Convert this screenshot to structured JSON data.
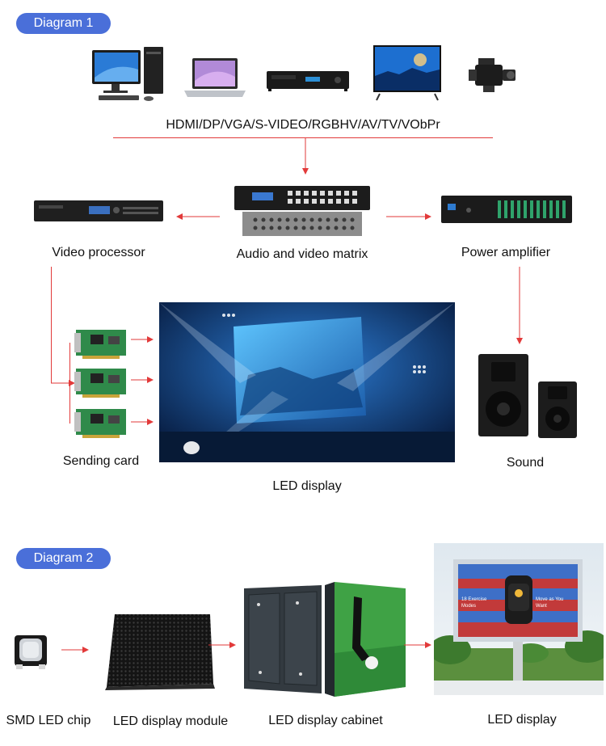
{
  "diagram1": {
    "badge": "Diagram 1",
    "signal_label": "HDMI/DP/VGA/S-VIDEO/RGBHV/AV/TV/VObPr",
    "nodes": {
      "video_processor": "Video processor",
      "matrix": "Audio and video matrix",
      "amplifier": "Power amplifier",
      "sending_card": "Sending card",
      "led_display": "LED display",
      "sound": "Sound"
    }
  },
  "diagram2": {
    "badge": "Diagram 2",
    "nodes": {
      "chip": "SMD LED chip",
      "module": "LED display module",
      "cabinet": "LED display cabinet",
      "display": "LED display"
    },
    "billboard": {
      "left_text": "18 Exercise Modes",
      "right_text": "Move as You Want"
    }
  },
  "colors": {
    "accent": "#4a6fd9",
    "arrow": "#e23a3a"
  }
}
